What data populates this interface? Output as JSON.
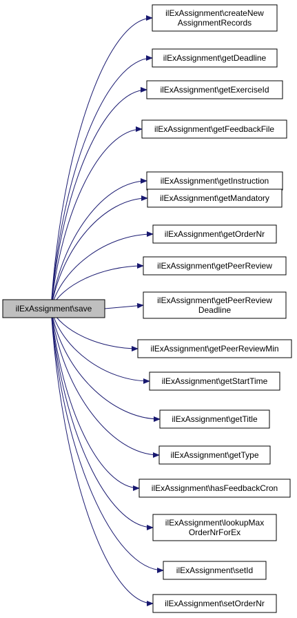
{
  "graph": {
    "colors": {
      "edge": "#191970",
      "node_border": "#000000",
      "root_fill": "#bfbfbf",
      "node_fill": "#ffffff"
    },
    "root": {
      "lines": [
        "ilExAssignment\\save"
      ]
    },
    "callees": [
      {
        "lines": [
          "ilExAssignment\\createNew",
          "AssignmentRecords"
        ]
      },
      {
        "lines": [
          "ilExAssignment\\getDeadline"
        ]
      },
      {
        "lines": [
          "ilExAssignment\\getExerciseId"
        ]
      },
      {
        "lines": [
          "ilExAssignment\\getFeedbackFile"
        ]
      },
      {
        "lines": [
          "ilExAssignment\\getInstruction"
        ]
      },
      {
        "lines": [
          "ilExAssignment\\getMandatory"
        ]
      },
      {
        "lines": [
          "ilExAssignment\\getOrderNr"
        ]
      },
      {
        "lines": [
          "ilExAssignment\\getPeerReview"
        ]
      },
      {
        "lines": [
          "ilExAssignment\\getPeerReview",
          "Deadline"
        ]
      },
      {
        "lines": [
          "ilExAssignment\\getPeerReviewMin"
        ]
      },
      {
        "lines": [
          "ilExAssignment\\getStartTime"
        ]
      },
      {
        "lines": [
          "ilExAssignment\\getTitle"
        ]
      },
      {
        "lines": [
          "ilExAssignment\\getType"
        ]
      },
      {
        "lines": [
          "ilExAssignment\\hasFeedbackCron"
        ]
      },
      {
        "lines": [
          "ilExAssignment\\lookupMax",
          "OrderNrForEx"
        ]
      },
      {
        "lines": [
          "ilExAssignment\\setId"
        ]
      },
      {
        "lines": [
          "ilExAssignment\\setOrderNr"
        ]
      }
    ]
  }
}
